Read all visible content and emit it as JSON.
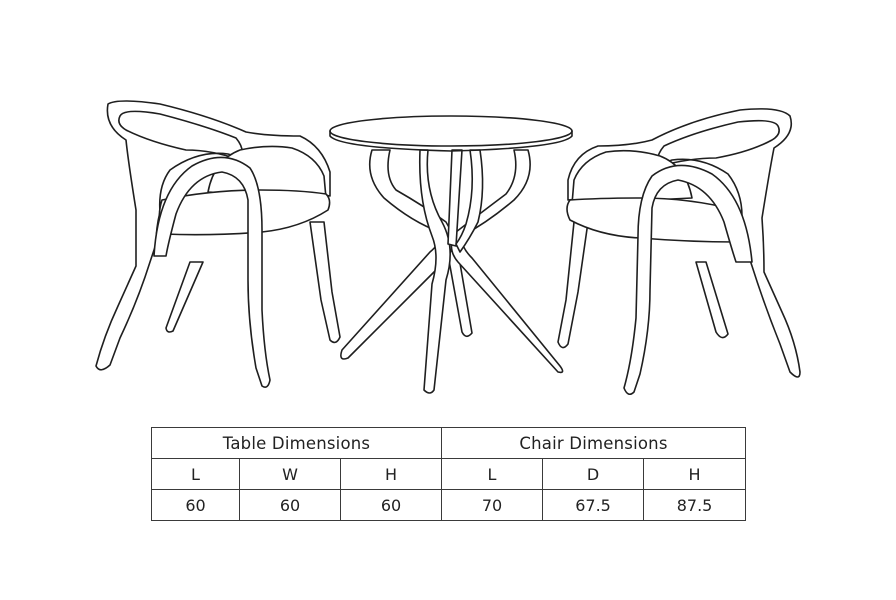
{
  "table": {
    "groups": [
      {
        "title": "Table Dimensions",
        "columns": [
          "L",
          "W",
          "H"
        ],
        "values": [
          "60",
          "60",
          "60"
        ]
      },
      {
        "title": "Chair Dimensions",
        "columns": [
          "L",
          "D",
          "H"
        ],
        "values": [
          "70",
          "67.5",
          "87.5"
        ]
      }
    ]
  },
  "colors": {
    "line": "#1f1f1f",
    "border": "#3a3a3a",
    "background": "#ffffff"
  }
}
